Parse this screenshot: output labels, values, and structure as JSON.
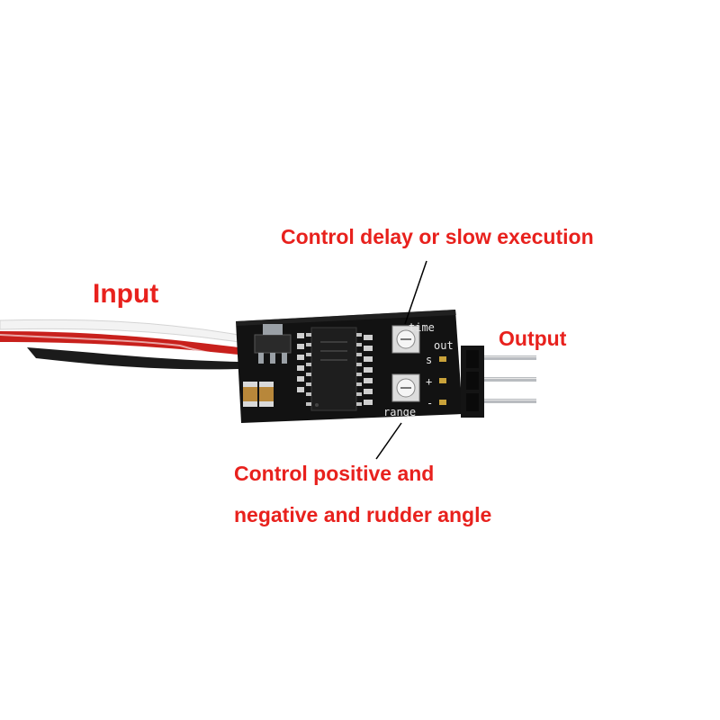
{
  "colors": {
    "label_red": "#e8211d",
    "pcb_black": "#121212",
    "silkscreen": "#e6e6e6",
    "wire_white": "#f2f2f2",
    "wire_red": "#c8201c",
    "wire_black": "#1b1b1b",
    "pin_gold": "#c9a23a",
    "pin_metal": "#b9bcc0"
  },
  "labels": {
    "input": "Input",
    "delay": "Control delay or slow execution",
    "output": "Output",
    "angle_line_1": "Control positive and",
    "angle_line_2": "negative and rudder angle"
  },
  "silkscreen": {
    "time": "time",
    "out": "out",
    "s": "s",
    "plus": "+",
    "minus": "-",
    "range": "range"
  },
  "icons": {
    "pot_top": "potentiometer-icon",
    "pot_bottom": "potentiometer-icon",
    "ic": "microcontroller-chip-icon",
    "regulator": "voltage-regulator-icon",
    "header": "pin-header-icon"
  }
}
